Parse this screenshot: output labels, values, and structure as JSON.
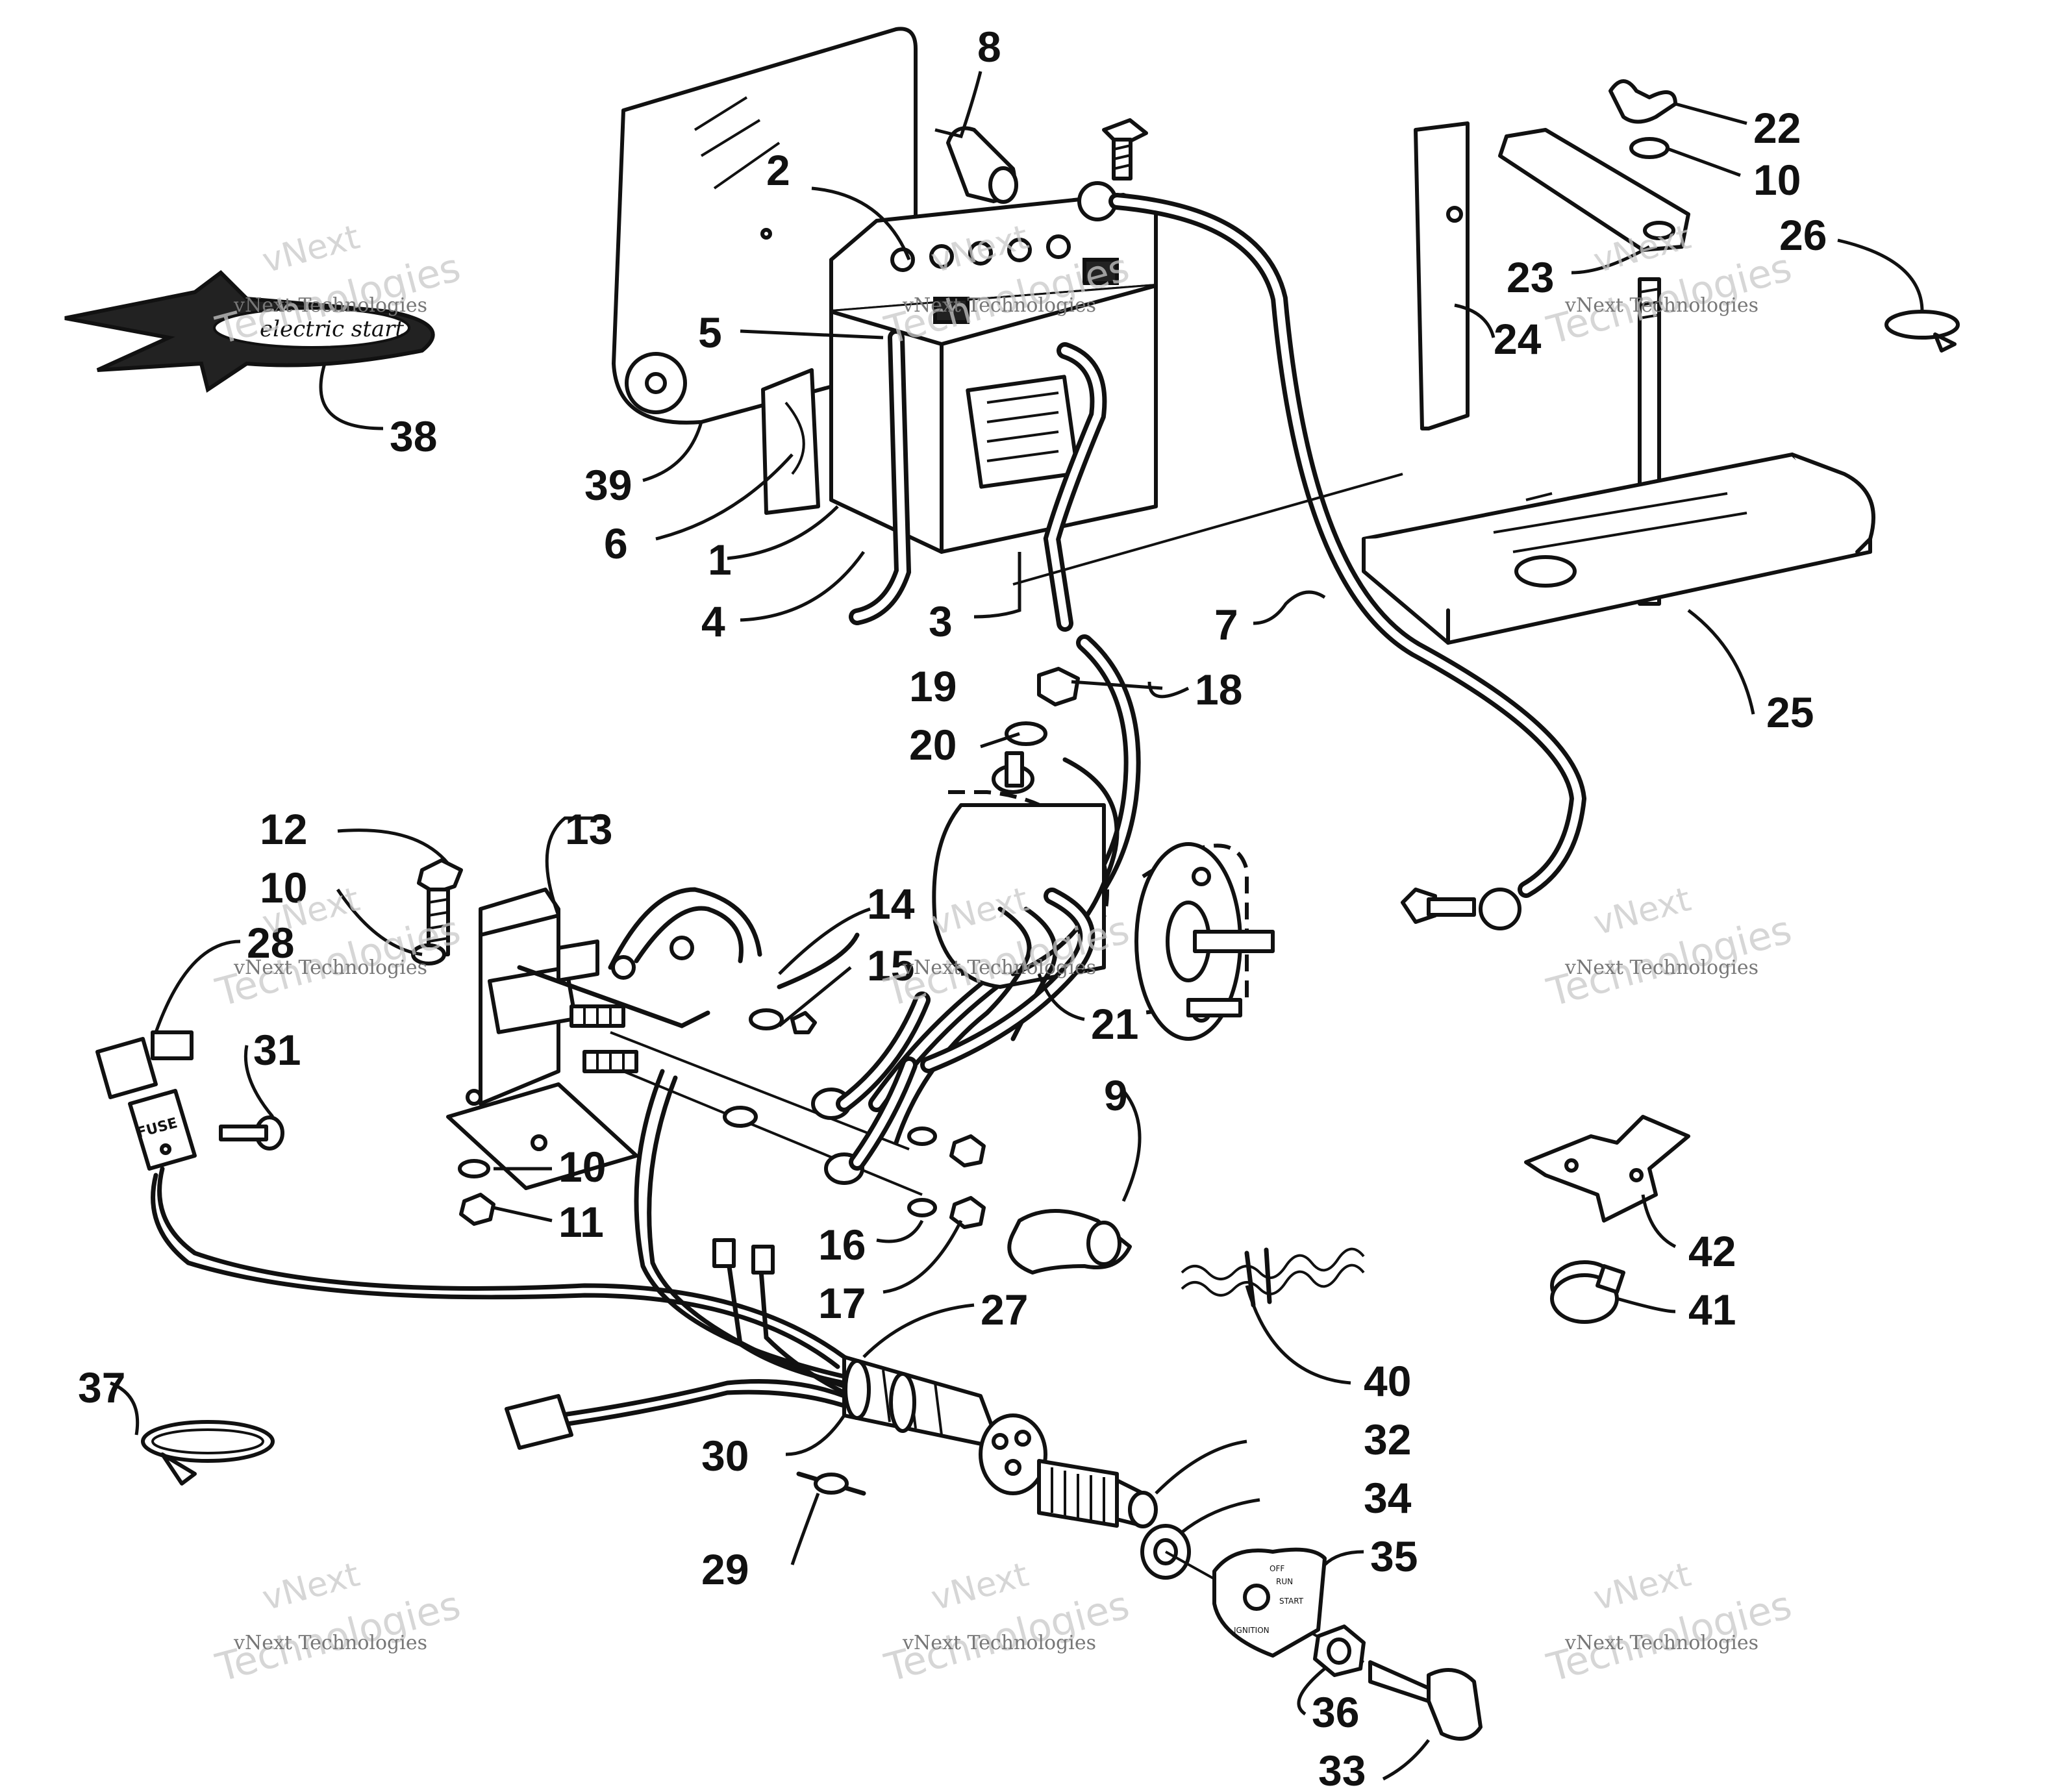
{
  "watermark": {
    "brand_line1": "vNext",
    "brand_line2": "Technologies",
    "caption": "vNext Technologies"
  },
  "decal_text": "electric start",
  "fuse_text": "FUSE",
  "switch_text": {
    "off": "OFF",
    "run": "RUN",
    "start": "START",
    "ignition": "IGNITION"
  },
  "callouts": [
    "1",
    "2",
    "3",
    "4",
    "5",
    "6",
    "7",
    "8",
    "9",
    "10",
    "10",
    "10",
    "11",
    "12",
    "13",
    "14",
    "15",
    "16",
    "17",
    "18",
    "19",
    "20",
    "21",
    "22",
    "23",
    "24",
    "25",
    "26",
    "27",
    "28",
    "29",
    "30",
    "31",
    "32",
    "33",
    "34",
    "35",
    "36",
    "37",
    "38",
    "39",
    "40",
    "41",
    "42"
  ]
}
